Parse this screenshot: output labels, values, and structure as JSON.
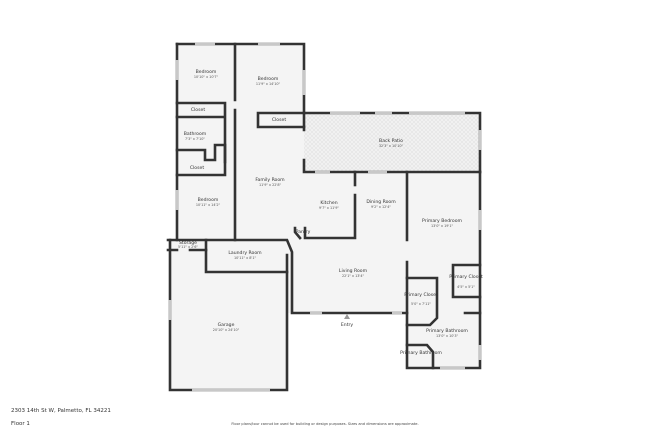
{
  "address": "2303 14th St W, Palmetto, FL 34221",
  "floor": "Floor 1",
  "disclaimer": "Floor plans/tour cannot be used for building or design purposes. Sizes and dimensions are approximate.",
  "entry_label": "Entry",
  "rooms": [
    {
      "name": "Bedroom",
      "dims": "10'10\" x 10'7\""
    },
    {
      "name": "Bedroom",
      "dims": "11'9\" x 14'10\""
    },
    {
      "name": "Closet",
      "dims": ""
    },
    {
      "name": "Closet",
      "dims": ""
    },
    {
      "name": "Bathroom",
      "dims": "7'3\" x 7'10\""
    },
    {
      "name": "Closet",
      "dims": ""
    },
    {
      "name": "Back Patio",
      "dims": "32'3\" x 10'10\""
    },
    {
      "name": "Bedroom",
      "dims": "10'11\" x 14'2\""
    },
    {
      "name": "Family Room",
      "dims": "11'9\" x 22'8\""
    },
    {
      "name": "Kitchen",
      "dims": "9'7\" x 11'9\""
    },
    {
      "name": "Dining Room",
      "dims": "9'2\" x 12'4\""
    },
    {
      "name": "Primary Bedroom",
      "dims": "13'0\" x 19'1\""
    },
    {
      "name": "Pantry",
      "dims": ""
    },
    {
      "name": "Storage",
      "dims": "5'11\" x 2'6\""
    },
    {
      "name": "Laundry Room",
      "dims": "10'11\" x 8'1\""
    },
    {
      "name": "Living Room",
      "dims": "22'1\" x 13'4\""
    },
    {
      "name": "Primary Closet",
      "dims": "4'5\" x 5'1\""
    },
    {
      "name": "Primary Closet",
      "dims": "5'0\" x 7'11\""
    },
    {
      "name": "Primary Bathroom",
      "dims": "13'0\" x 10'3\""
    },
    {
      "name": "Garage",
      "dims": "20'10\" x 24'10\""
    },
    {
      "name": "Primary Bathroom",
      "dims": ""
    }
  ]
}
